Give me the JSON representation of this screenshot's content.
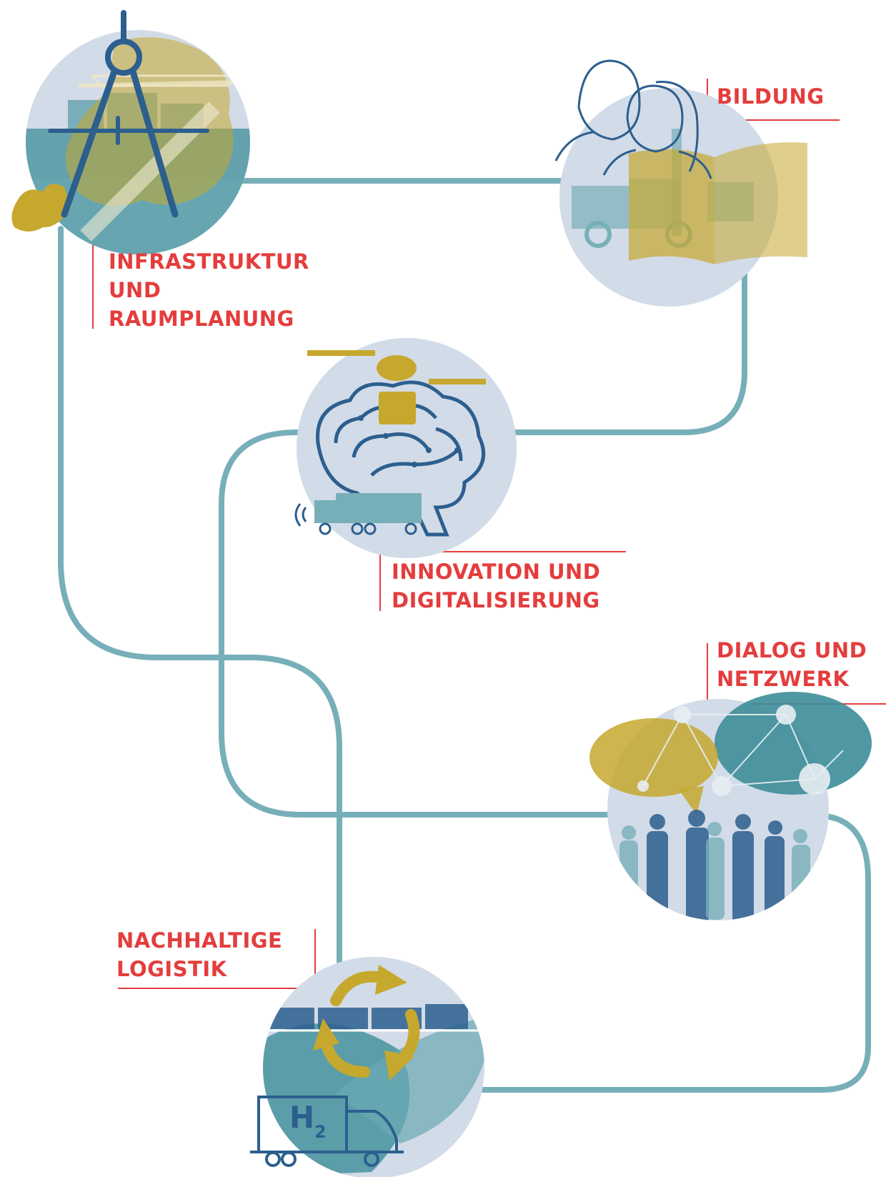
{
  "colors": {
    "path": "#77afb9",
    "circle": "#d2dbe8",
    "navy": "#2c5f8e",
    "gold": "#c6a82e",
    "teal": "#3d8d99",
    "label": "#e43d3d"
  },
  "topics": [
    {
      "lines": [
        "INFRASTRUKTUR",
        "UND",
        "RAUMPLANUNG"
      ],
      "icon": "compass-map-icon"
    },
    {
      "lines": [
        "BILDUNG"
      ],
      "icon": "people-forklift-book-icon"
    },
    {
      "lines": [
        "INNOVATION UND",
        "DIGITALISIERUNG"
      ],
      "icon": "brain-drone-truck-icon"
    },
    {
      "lines": [
        "DIALOG UND",
        "NETZWERK"
      ],
      "icon": "speech-network-icon"
    },
    {
      "lines": [
        "NACHHALTIGE",
        "LOGISTIK"
      ],
      "icon": "recycle-h2-truck-icon"
    }
  ],
  "h2_label": "H",
  "h2_sub": "2"
}
